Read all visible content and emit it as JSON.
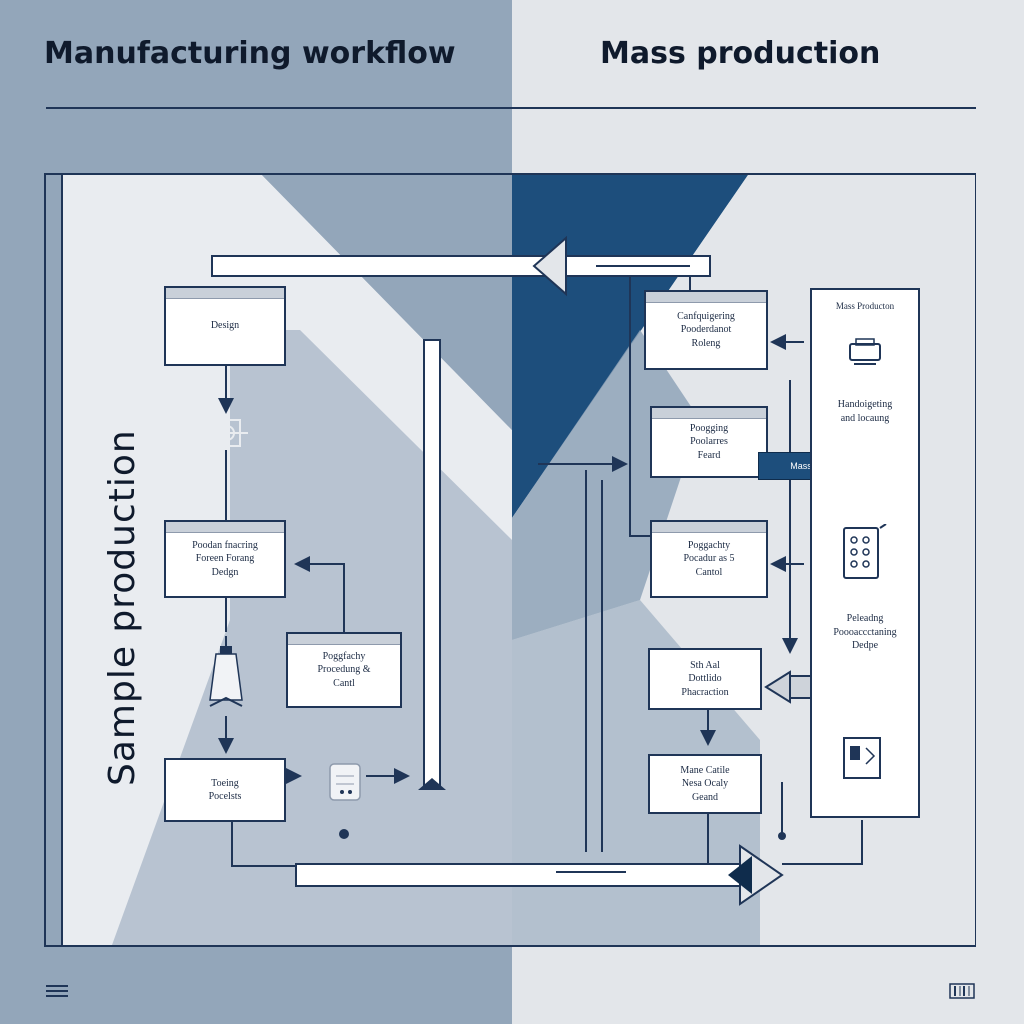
{
  "header": {
    "left_title": "Manufacturing workflow",
    "right_title": "Mass production"
  },
  "side_title": "Sample production",
  "left_boxes": {
    "design": "Design",
    "prototype": "Poodan fnacring\nForeen Forang\nDedgn",
    "processing": "Poggfachy\nProcedung &\nCantl",
    "testing": "Toeing\nPocelsts"
  },
  "right_boxes": {
    "manufacturing": "Canfquigering\nPooderdanot\nRoleng",
    "process_food": "Poogging\nPoolarres\nFeard",
    "process_control": "Poggachty\nPocadur as 5\nCantol",
    "batch": "Sth Aal\nDottlido\nPhacraction",
    "quality": "Mane Catile\nNesa Ocaly\nGeand"
  },
  "tag_label": "Mass Grycs",
  "side_panel": {
    "title": "Mass Producton",
    "label_a": "Handoigeting\nand locaung",
    "label_b": "Peleadng\nPoooaccctaning\nDedpe"
  },
  "icons": [
    "menu-icon",
    "barcode-icon",
    "printer-icon",
    "keypad-icon",
    "monitor-icon",
    "machine-icon",
    "container-icon",
    "cone-icon"
  ],
  "colors": {
    "navy": "#1f3557",
    "accent_blue": "#1d4e7c",
    "steel_blue": "#93a6ba",
    "light_gray": "#e3e6ea"
  }
}
